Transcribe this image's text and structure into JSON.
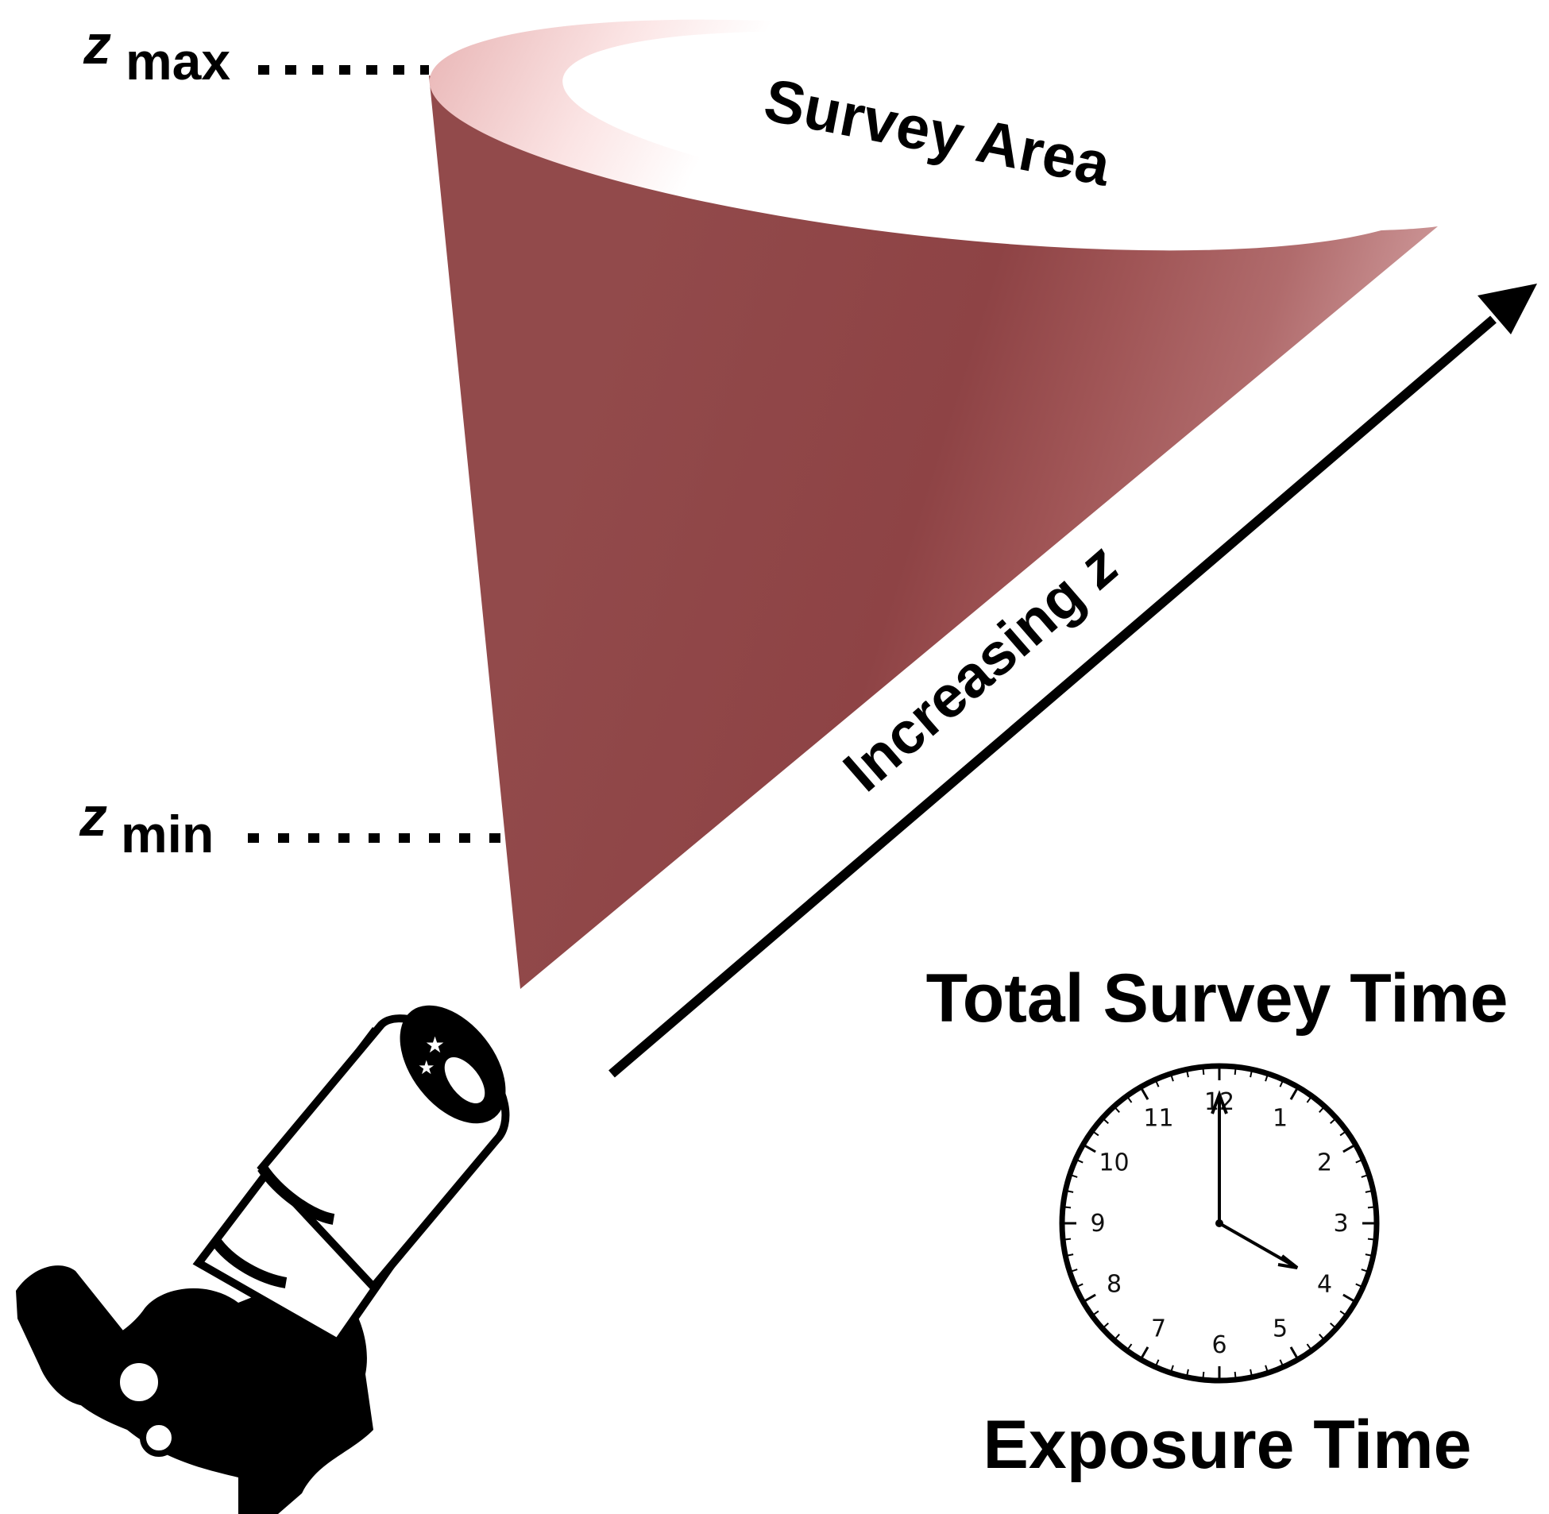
{
  "labels": {
    "zmax_var": "z",
    "zmax_sub": "max",
    "zmin_var": "z",
    "zmin_sub": "min",
    "survey_area": "Survey Area",
    "increasing_prefix": "Increasing ",
    "increasing_var": "z",
    "total_survey_time": "Total Survey Time",
    "exposure_time": "Exposure Time"
  },
  "clock": {
    "numbers": [
      "12",
      "1",
      "2",
      "3",
      "4",
      "5",
      "6",
      "7",
      "8",
      "9",
      "10",
      "11"
    ],
    "time_shown": "4:00"
  },
  "colors": {
    "cone_dark": "#8f4446",
    "cone_light": "#c98a8c",
    "cone_top_rim": "#f0c8c8",
    "ink": "#000000"
  }
}
